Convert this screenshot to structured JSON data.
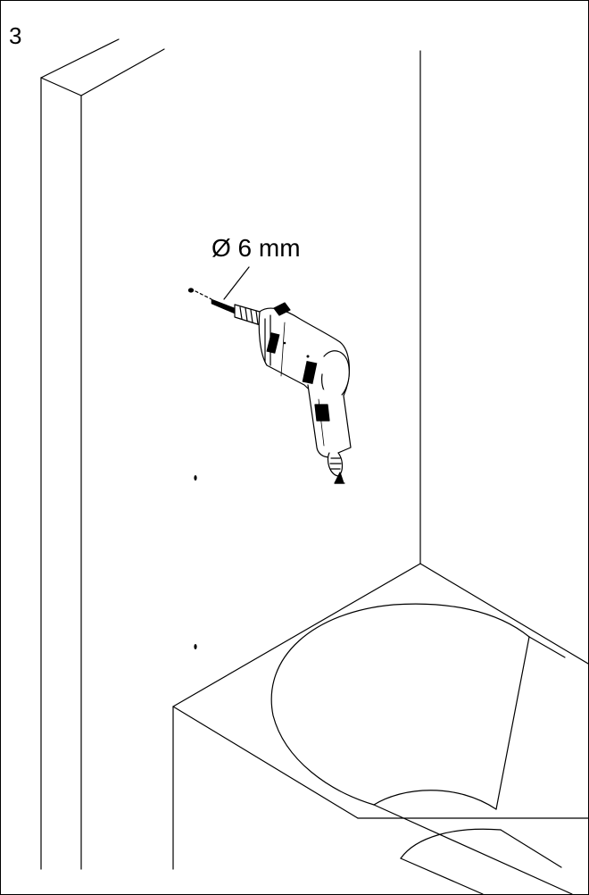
{
  "figure": {
    "step_number": "3",
    "dimension_label": "Ø 6 mm"
  },
  "colors": {
    "line": "#000000",
    "background": "#ffffff"
  },
  "icons": {
    "tool": "drill-icon",
    "marks": "drill-hole-mark"
  }
}
